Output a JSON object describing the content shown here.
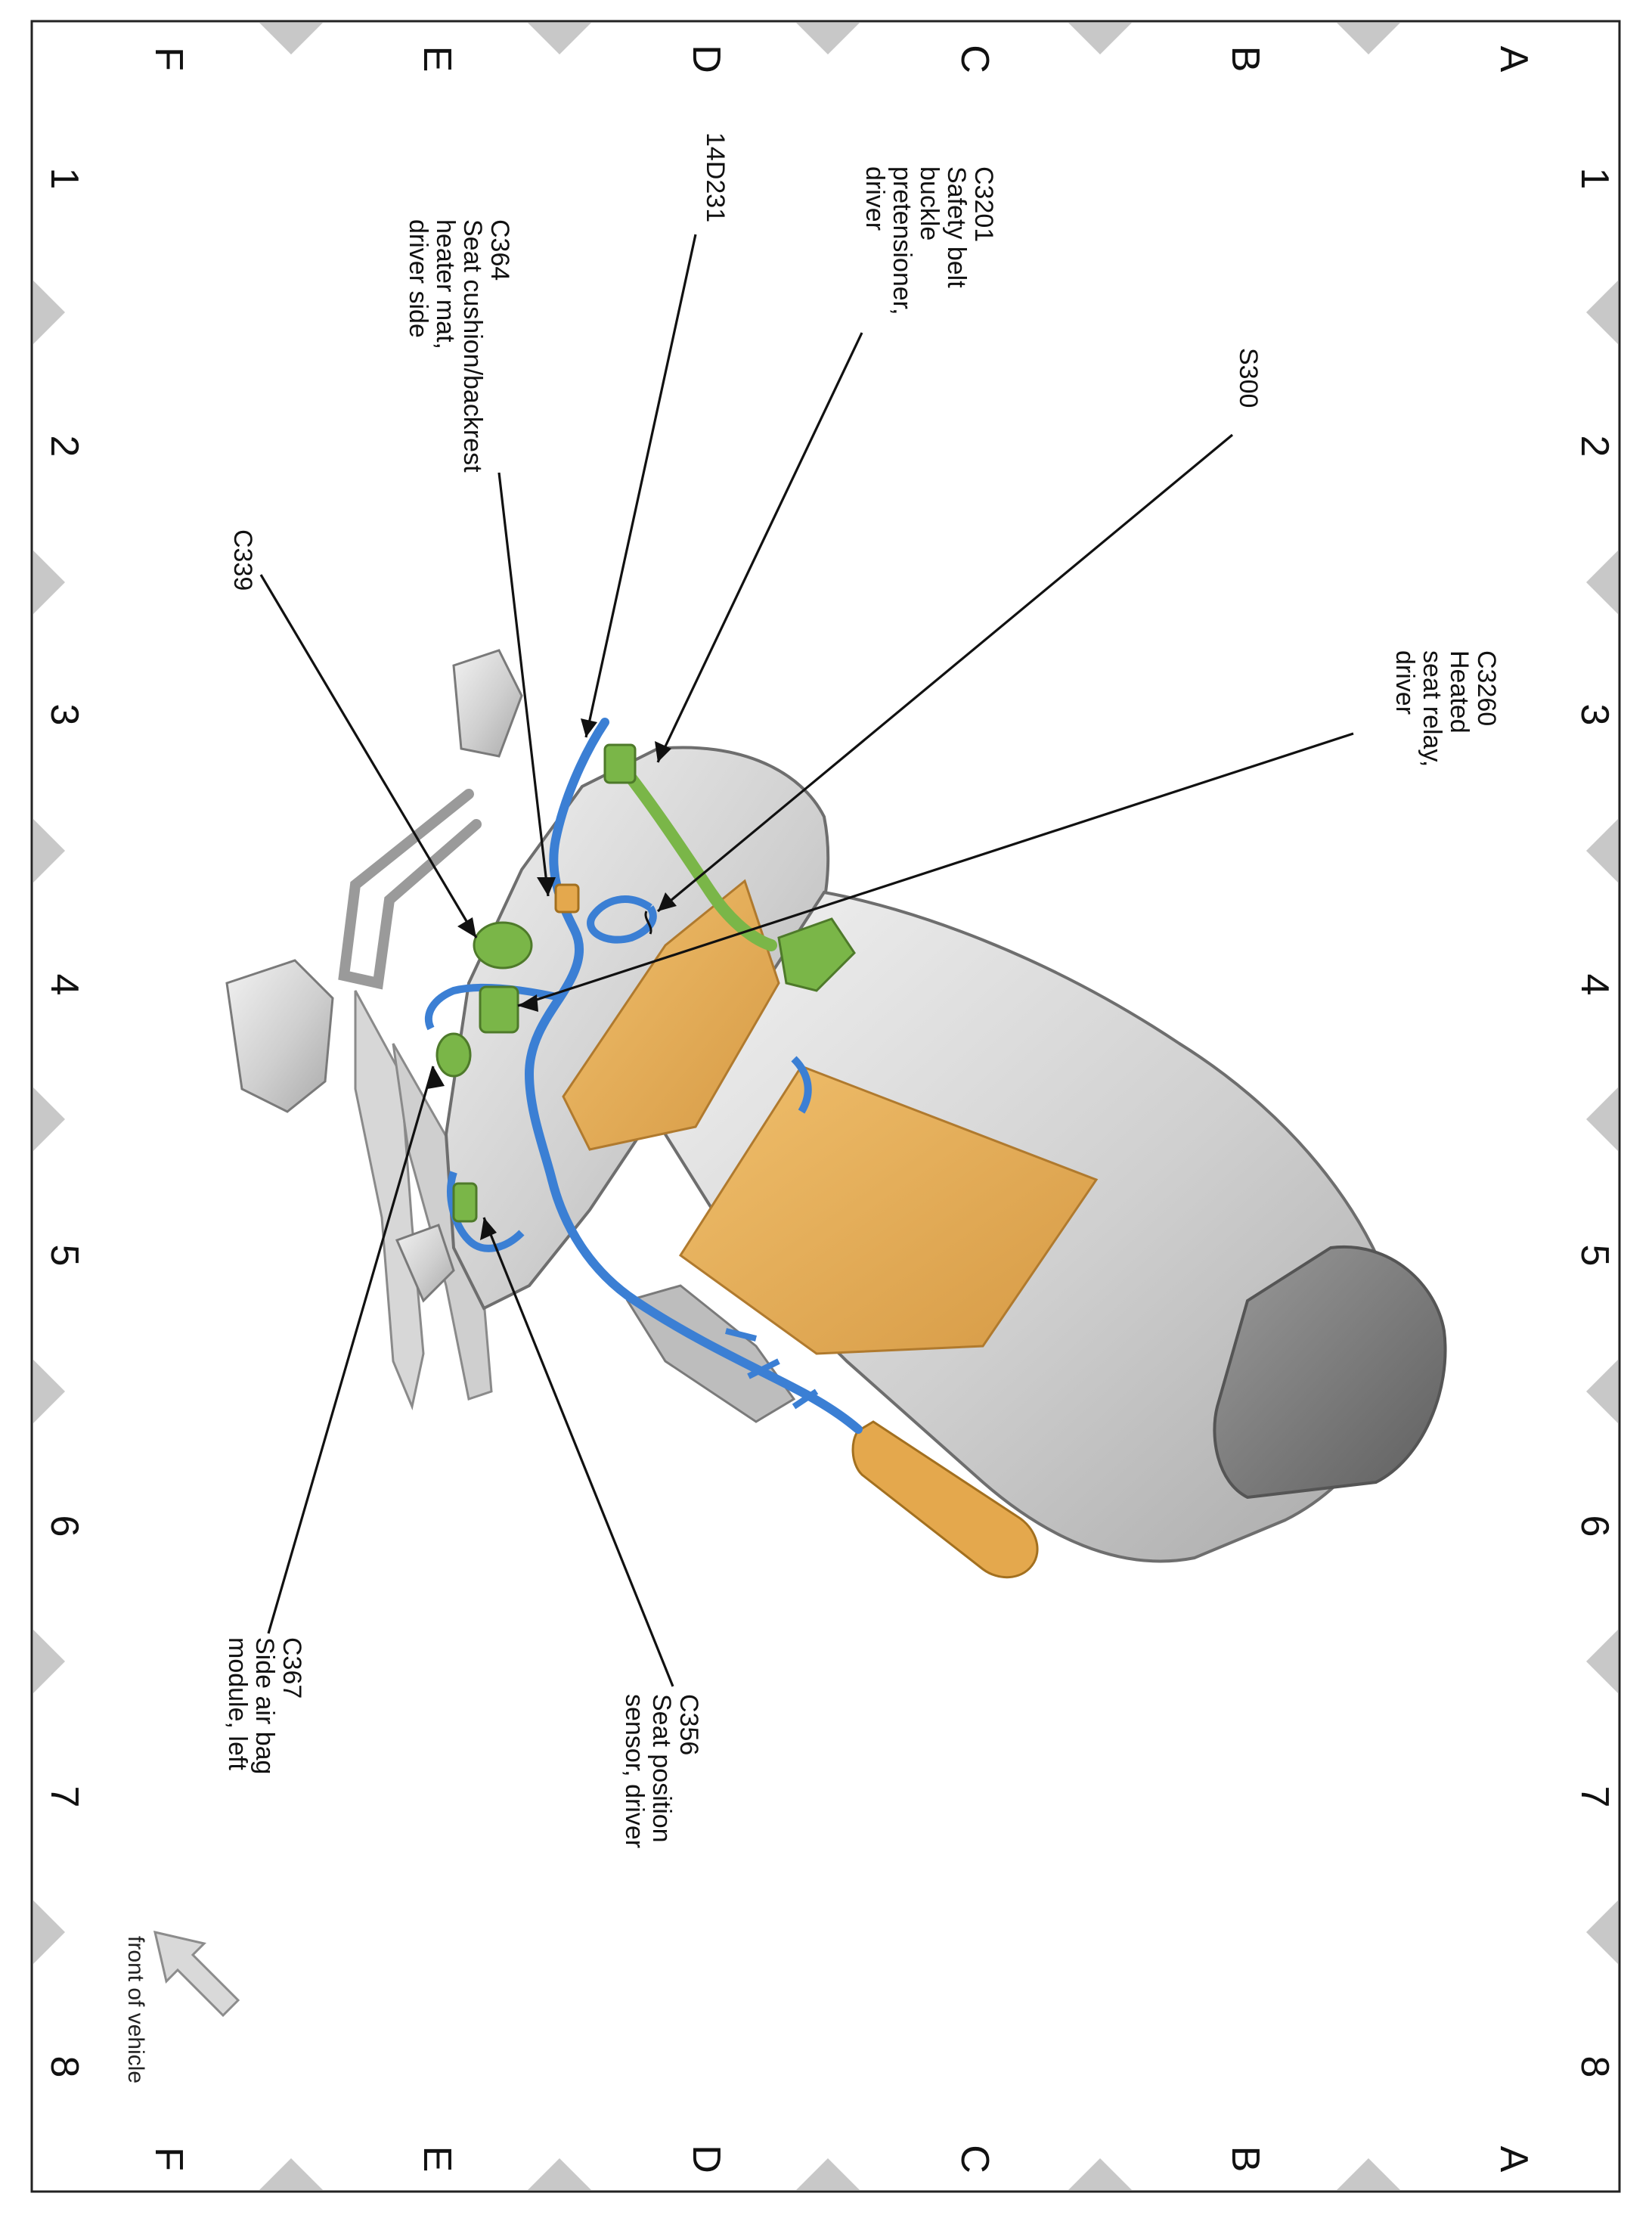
{
  "grid": {
    "rows": [
      "A",
      "B",
      "C",
      "D",
      "E",
      "F"
    ],
    "columns": [
      "1",
      "2",
      "3",
      "4",
      "5",
      "6",
      "7",
      "8"
    ]
  },
  "callouts": {
    "c3201": [
      "C3201",
      "Safety belt",
      "buckle",
      "pretensioner,",
      "driver"
    ],
    "d14d231": [
      "14D231"
    ],
    "c364": [
      "C364",
      "Seat cushion/backrest",
      "heater mat,",
      "driver side"
    ],
    "s300": [
      "S300"
    ],
    "c339": [
      "C339"
    ],
    "c3260": [
      "C3260",
      "Heated",
      "seat relay,",
      "driver"
    ],
    "c367": [
      "C367",
      "Side air bag",
      "module, left"
    ],
    "c356": [
      "C356",
      "Seat position",
      "sensor, driver"
    ]
  },
  "front_indicator": {
    "label": "front of vehicle"
  },
  "colors": {
    "seat_shell": "#c9c9c9",
    "heater_mat": "#e2a955",
    "harness": "#3b7fd4",
    "connector": "#7ab648",
    "marker": "#c8c8c8"
  }
}
